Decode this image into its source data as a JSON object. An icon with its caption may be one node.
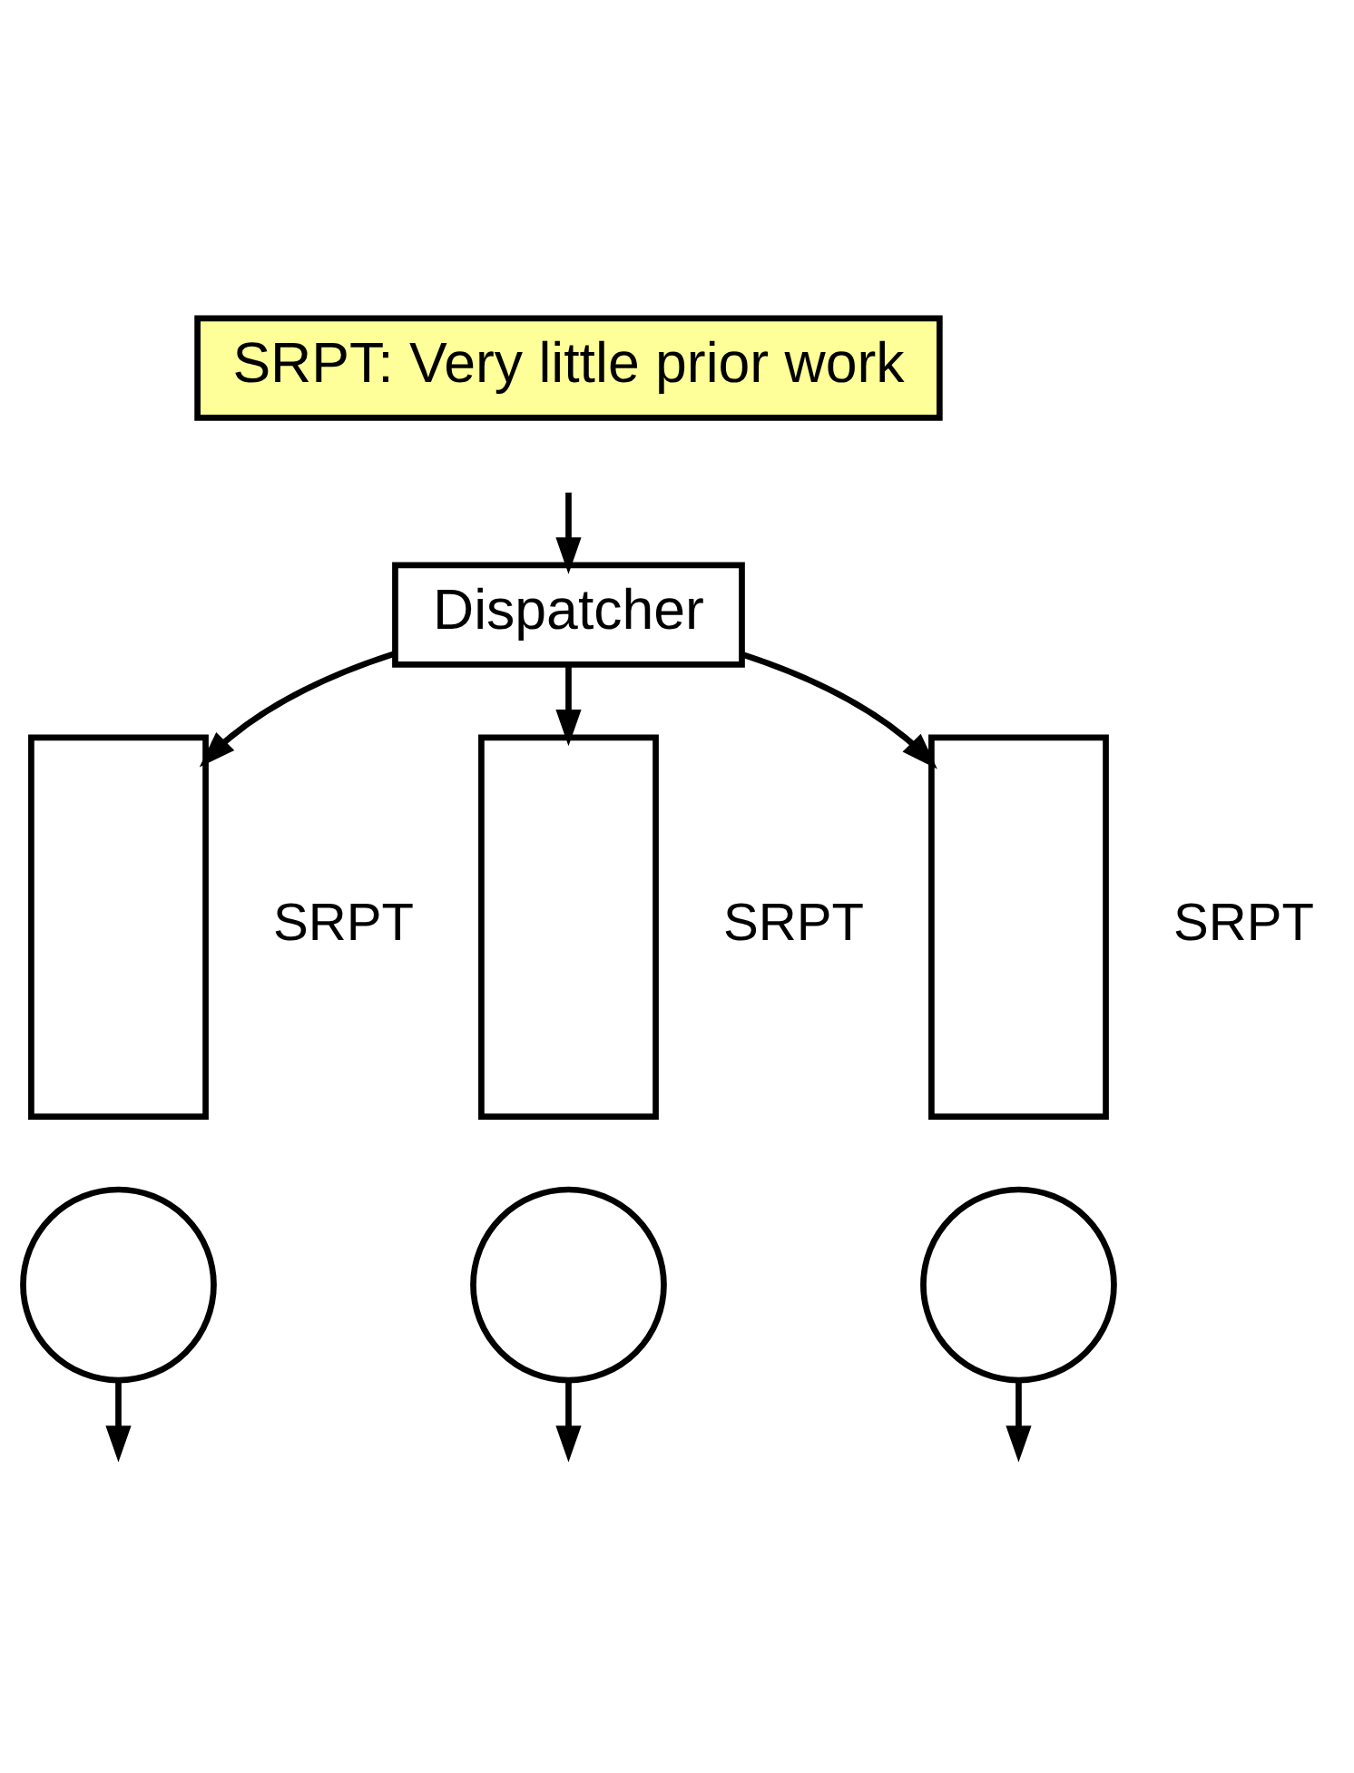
{
  "diagram": {
    "nodes": [
      {
        "text": [
          "SRPT: Very little prior work"
        ]
      },
      {
        "text": [
          "Dispatcher"
        ]
      },
      {
        "text": [],
        "shape": "box",
        "beside": [
          "SRPT"
        ]
      },
      {
        "text": [],
        "shape": "box",
        "beside": [
          "SRPT"
        ]
      },
      {
        "text": [],
        "shape": "box",
        "beside": [
          "SRPT"
        ]
      },
      {
        "text": [],
        "shape": "circle"
      },
      {
        "text": [],
        "shape": "circle"
      },
      {
        "text": [],
        "shape": "circle"
      }
    ],
    "edges": [
      {
        "from": null,
        "to": 1,
        "arrow": "to"
      },
      {
        "from": 1,
        "to": 2,
        "arrow": "to"
      },
      {
        "from": 1,
        "to": 3,
        "arrow": "to"
      },
      {
        "from": 1,
        "to": 4,
        "arrow": "to"
      },
      {
        "from": 5,
        "to": null,
        "arrow": "to"
      },
      {
        "from": 6,
        "to": null,
        "arrow": "to"
      },
      {
        "from": 7,
        "to": null,
        "arrow": "to"
      }
    ]
  }
}
